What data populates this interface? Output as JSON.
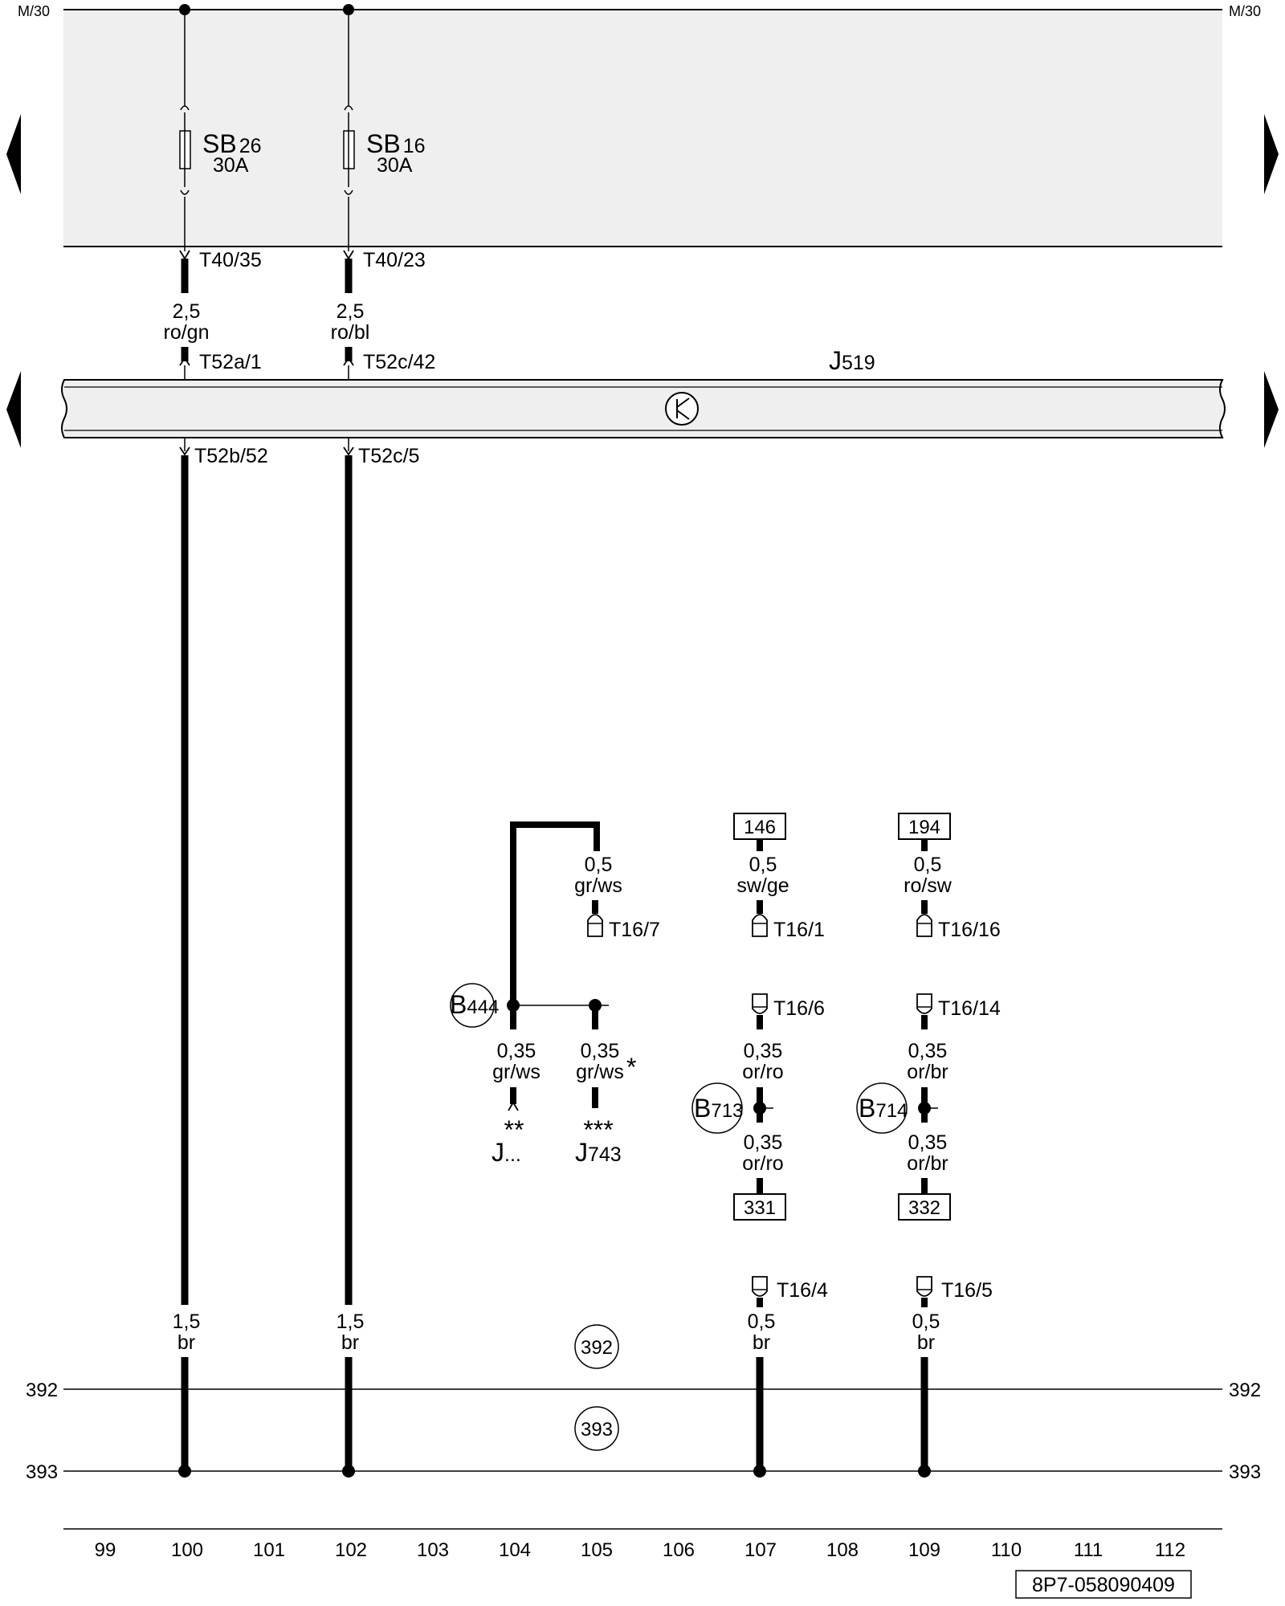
{
  "diagram_id": "8P7-058090409",
  "rails": {
    "top_left": "M/30",
    "top_right": "M/30",
    "gnd1_left": "392",
    "gnd1_right": "392",
    "gnd2_left": "393",
    "gnd2_right": "393"
  },
  "fuses": [
    {
      "name": "SB",
      "sub": "26",
      "rating": "30A"
    },
    {
      "name": "SB",
      "sub": "16",
      "rating": "30A"
    }
  ],
  "control_unit": {
    "name": "J",
    "sub": "519"
  },
  "connectors": {
    "t40_35": "T40/35",
    "t40_23": "T40/23",
    "t52a_1": "T52a/1",
    "t52c_42": "T52c/42",
    "t52b_52": "T52b/52",
    "t52c_5": "T52c/5",
    "t16_7": "T16/7",
    "t16_1": "T16/1",
    "t16_16": "T16/16",
    "t16_6": "T16/6",
    "t16_14": "T16/14",
    "t16_4": "T16/4",
    "t16_5": "T16/5"
  },
  "wires": {
    "w100_top": {
      "size": "2,5",
      "color": "ro/gn"
    },
    "w102_top": {
      "size": "2,5",
      "color": "ro/bl"
    },
    "w100_bottom": {
      "size": "1,5",
      "color": "br"
    },
    "w102_bottom": {
      "size": "1,5",
      "color": "br"
    },
    "w105_top": {
      "size": "0,5",
      "color": "gr/ws"
    },
    "w104_mid": {
      "size": "0,35",
      "color": "gr/ws"
    },
    "w105_mid": {
      "size": "0,35",
      "color": "gr/ws",
      "mark": "*"
    },
    "w107_top": {
      "size": "0,5",
      "color": "sw/ge"
    },
    "w109_top": {
      "size": "0,5",
      "color": "ro/sw"
    },
    "w107_mid1": {
      "size": "0,35",
      "color": "or/ro"
    },
    "w107_mid2": {
      "size": "0,35",
      "color": "or/ro"
    },
    "w109_mid1": {
      "size": "0,35",
      "color": "or/br"
    },
    "w109_mid2": {
      "size": "0,35",
      "color": "or/br"
    },
    "w107_bottom": {
      "size": "0,5",
      "color": "br"
    },
    "w109_bottom": {
      "size": "0,5",
      "color": "br"
    }
  },
  "splices": {
    "b444": {
      "name": "B",
      "sub": "444"
    },
    "b713": {
      "name": "B",
      "sub": "713"
    },
    "b714": {
      "name": "B",
      "sub": "714"
    }
  },
  "destinations": {
    "d104": {
      "mark": "**",
      "name": "J",
      "sub": "..."
    },
    "d105": {
      "mark": "***",
      "name": "J",
      "sub": "743"
    }
  },
  "refs": {
    "r146": "146",
    "r194": "194",
    "r331": "331",
    "r332": "332"
  },
  "ground_circles": {
    "g392": "392",
    "g393": "393"
  },
  "columns": [
    "99",
    "100",
    "101",
    "102",
    "103",
    "104",
    "105",
    "106",
    "107",
    "108",
    "109",
    "110",
    "111",
    "112"
  ]
}
